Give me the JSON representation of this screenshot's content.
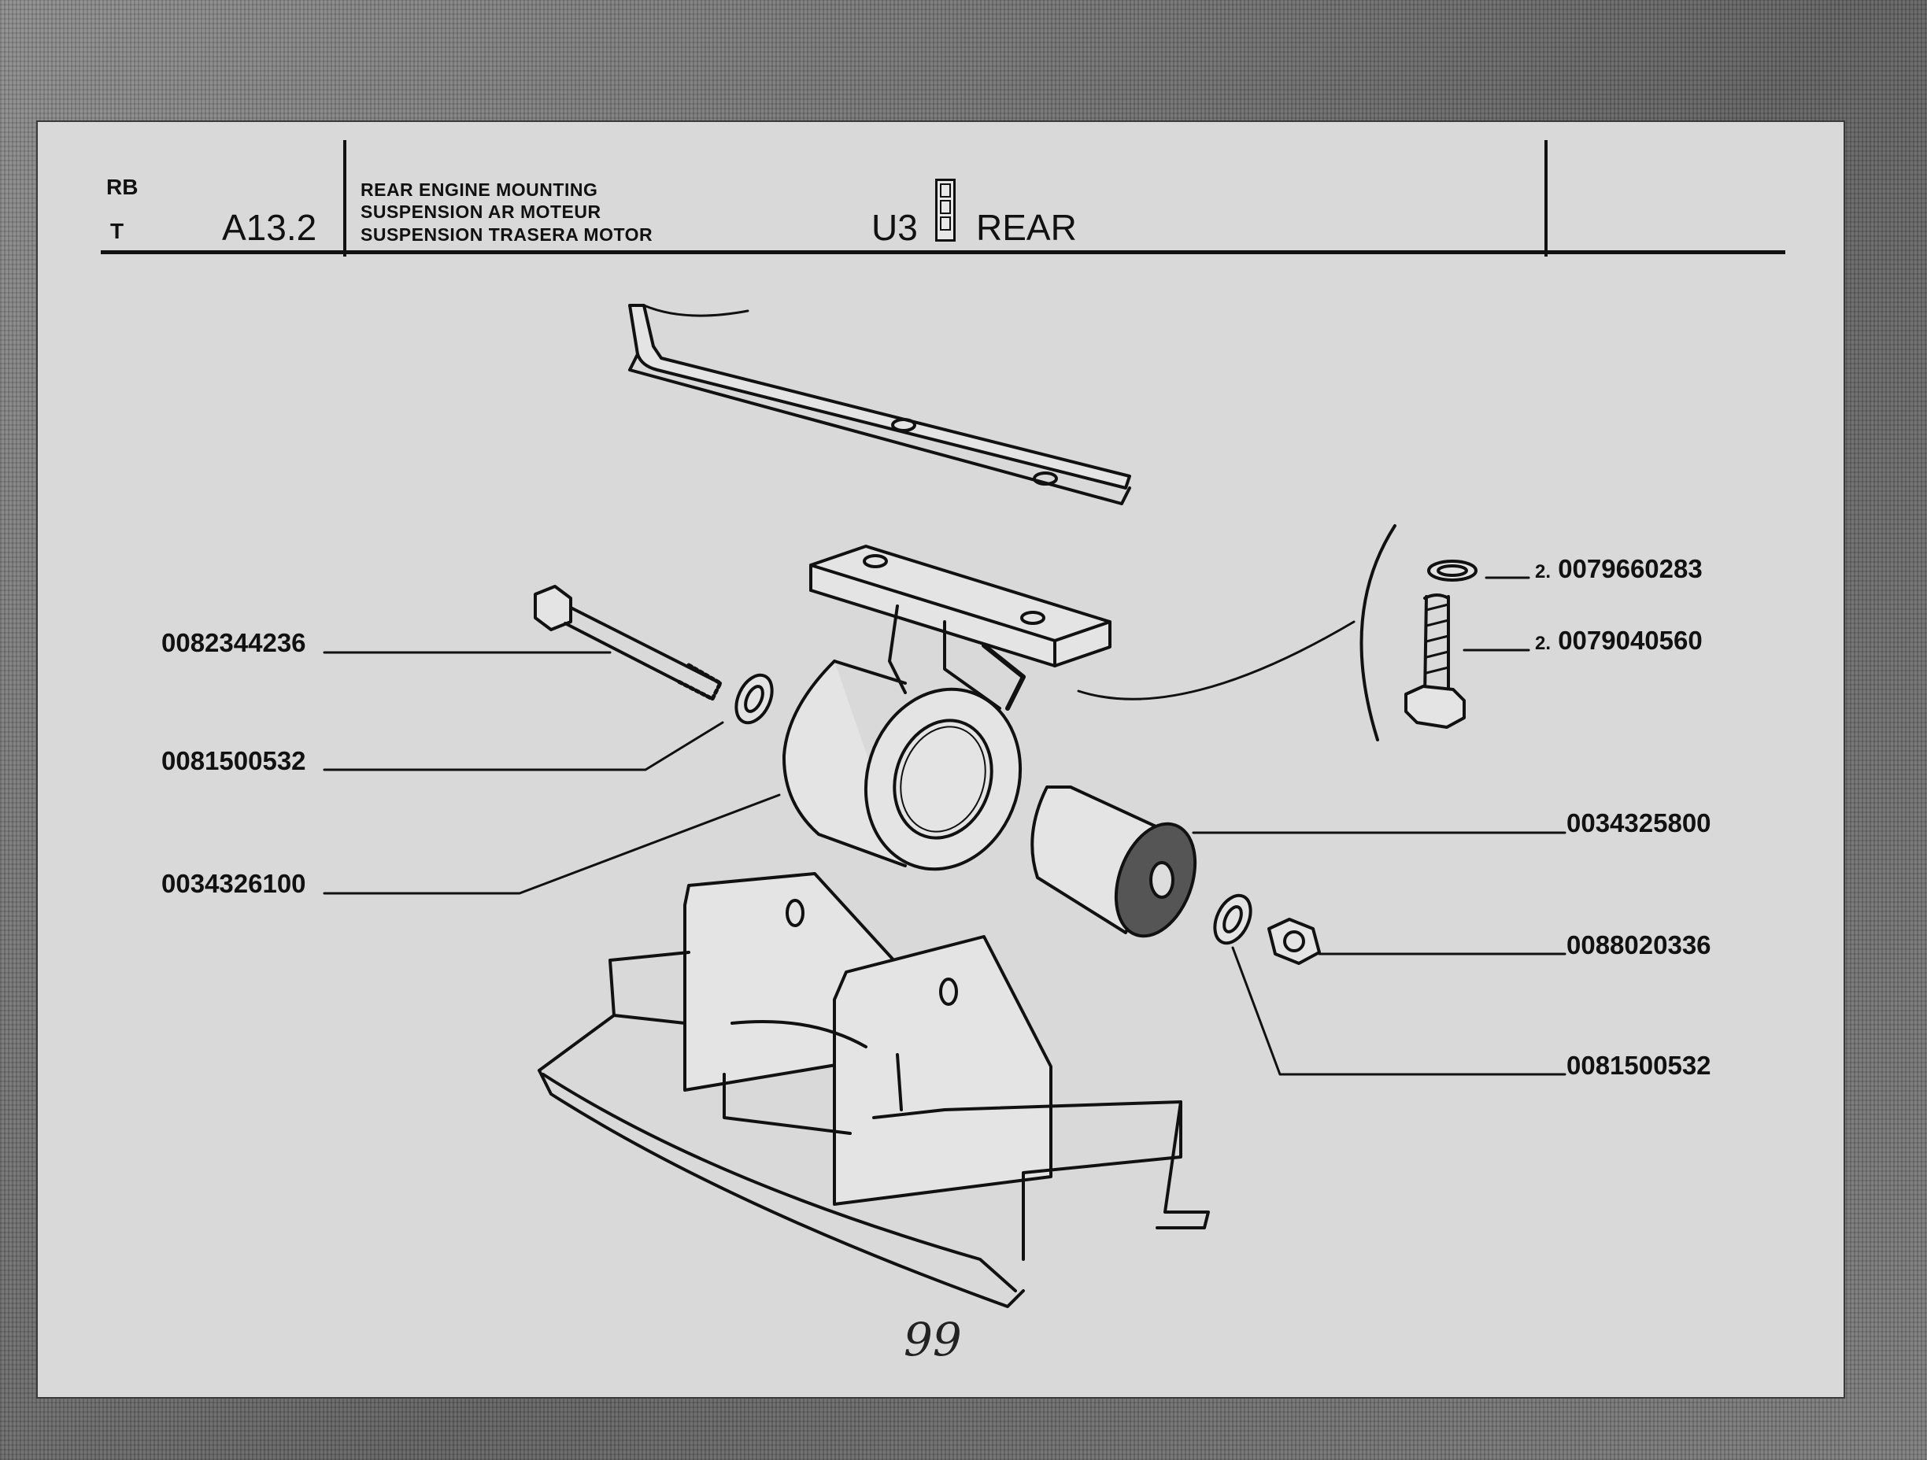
{
  "header": {
    "code_rb": "RB",
    "code_t": "T",
    "section": "A13.2",
    "title_en": "REAR ENGINE MOUNTING",
    "title_fr": "SUSPENSION AR MOTEUR",
    "title_es": "SUSPENSION TRASERA MOTOR",
    "model": "U3",
    "position": "REAR"
  },
  "callouts": [
    {
      "part": "0082344236"
    },
    {
      "part": "0081500532"
    },
    {
      "part": "0034326100"
    },
    {
      "qty": "2.",
      "part": "0079660283"
    },
    {
      "qty": "2.",
      "part": "0079040560"
    },
    {
      "part": "0034325800"
    },
    {
      "part": "0088020336"
    },
    {
      "part": "0081500532"
    }
  ],
  "page_number": "99",
  "colors": {
    "ink": "#111111",
    "paper": "#d9d9d9",
    "backdrop": "#6f6f6f"
  }
}
